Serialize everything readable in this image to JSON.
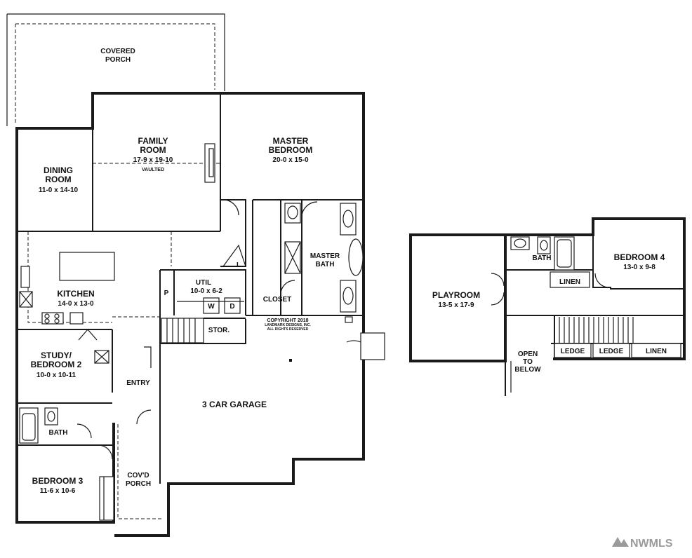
{
  "rooms": {
    "covered_porch": "COVERED\nPORCH",
    "dining_room": {
      "name": "DINING\nROOM",
      "size": "11-0 x 14-10"
    },
    "family_room": {
      "name": "FAMILY\nROOM",
      "size": "17-9 x 19-10",
      "note": "VAULTED"
    },
    "master_bedroom": {
      "name": "MASTER\nBEDROOM",
      "size": "20-0 x 15-0"
    },
    "kitchen": {
      "name": "KITCHEN",
      "size": "14-0 x 13-0"
    },
    "util": {
      "name": "UTIL",
      "size": "10-0 x 6-2"
    },
    "pantry": "P",
    "linen_l": "L",
    "washer": "W",
    "dryer": "D",
    "closet": "CLOSET",
    "master_bath": "MASTER\nBATH",
    "stor": "STOR.",
    "copyright": "COPYRIGHT 2018\nLANDMARK DESIGNS, INC.\nALL RIGHTS RESERVED",
    "study": {
      "name": "STUDY/\nBEDROOM 2",
      "size": "10-0 x 10-11"
    },
    "entry": "ENTRY",
    "garage": "3 CAR GARAGE",
    "bath": "BATH",
    "bedroom3": {
      "name": "BEDROOM 3",
      "size": "11-6 x 10-6"
    },
    "covd_porch": "COV'D\nPORCH",
    "playroom": {
      "name": "PLAYROOM",
      "size": "13-5 x 17-9"
    },
    "bath_up": "BATH",
    "linen_up": "LINEN",
    "bedroom4": {
      "name": "BEDROOM 4",
      "size": "13-0 x 9-8"
    },
    "open_to_below": "OPEN\nTO\nBELOW",
    "ledge1": "LEDGE",
    "ledge2": "LEDGE",
    "linen_up2": "LINEN"
  },
  "watermark": "NWMLS"
}
